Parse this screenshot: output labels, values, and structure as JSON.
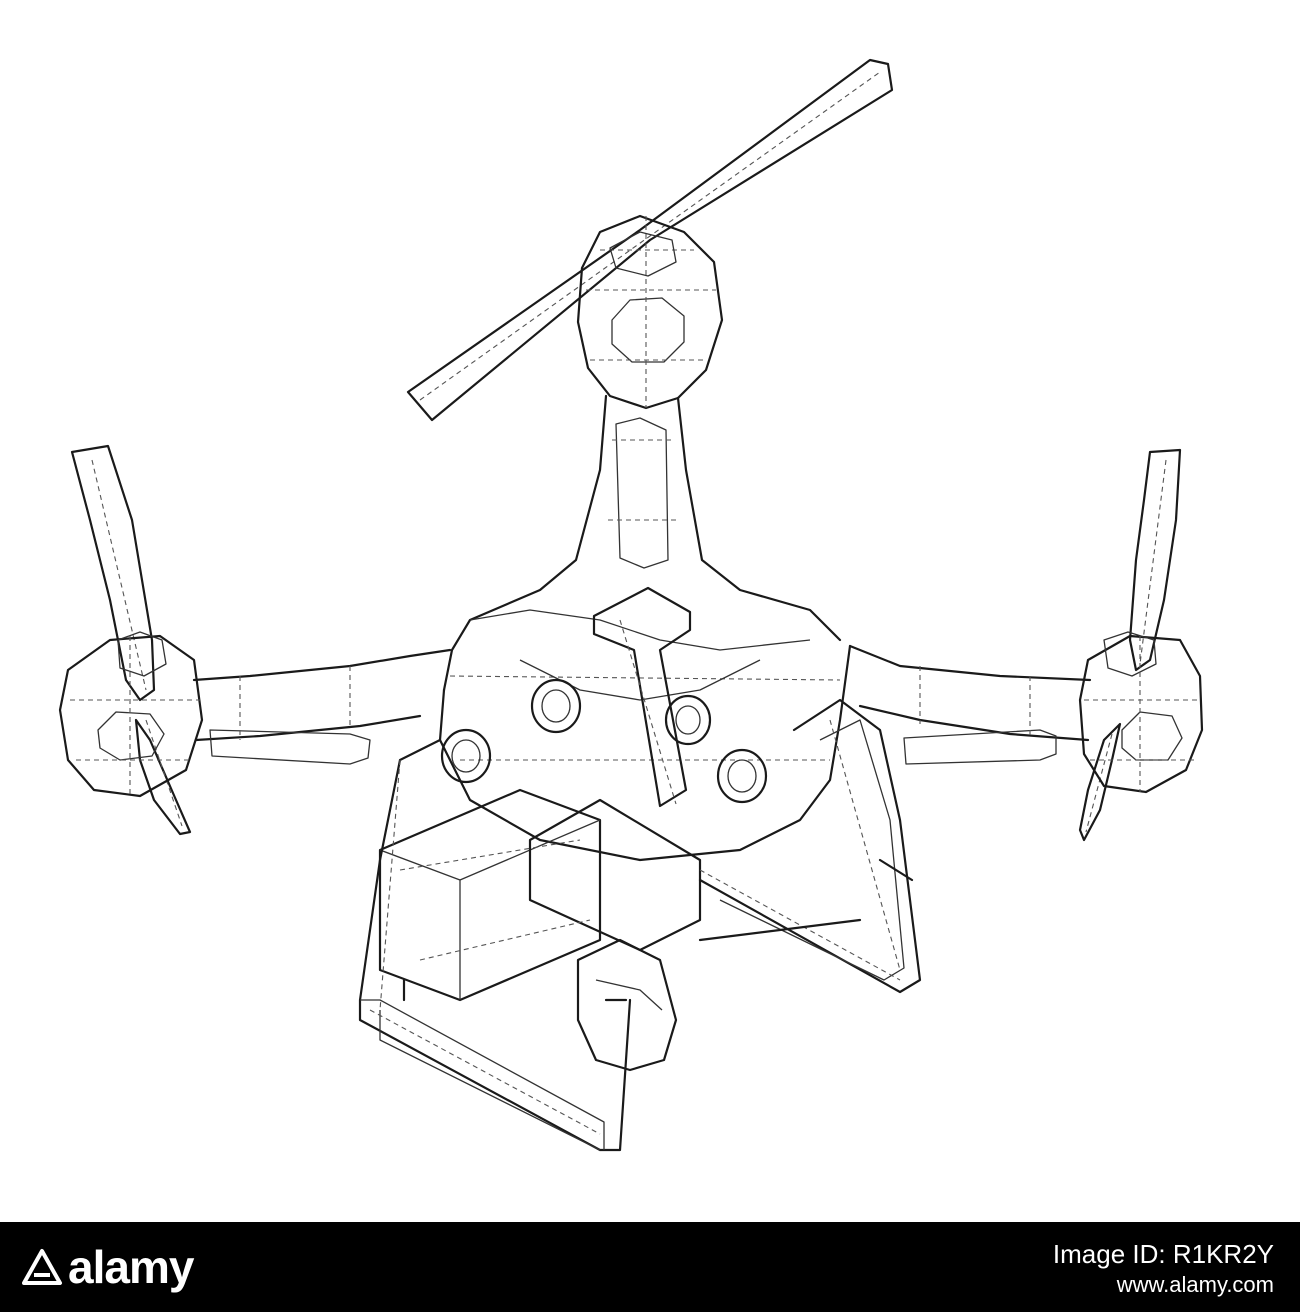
{
  "footer": {
    "brand": "alamy",
    "image_id_label": "Image ID: R1KR2Y",
    "site": "www.alamy.com"
  },
  "colors": {
    "footer_bg": "#000000",
    "footer_text": "#ffffff",
    "line": "#1a1a1a"
  }
}
